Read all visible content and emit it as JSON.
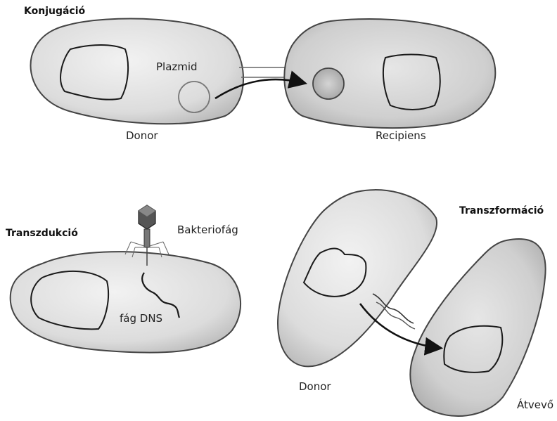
{
  "titles": {
    "conjugation": "Konjugáció",
    "transduction": "Transzdukció",
    "transformation": "Transzformáció"
  },
  "labels": {
    "plasmid": "Plazmid",
    "conj_donor": "Donor",
    "conj_recipient": "Recipiens",
    "bacteriophage": "Bakteriofág",
    "phage_dna": "fág DNS",
    "trans_donor": "Donor",
    "trans_recipient": "Átvevő"
  }
}
